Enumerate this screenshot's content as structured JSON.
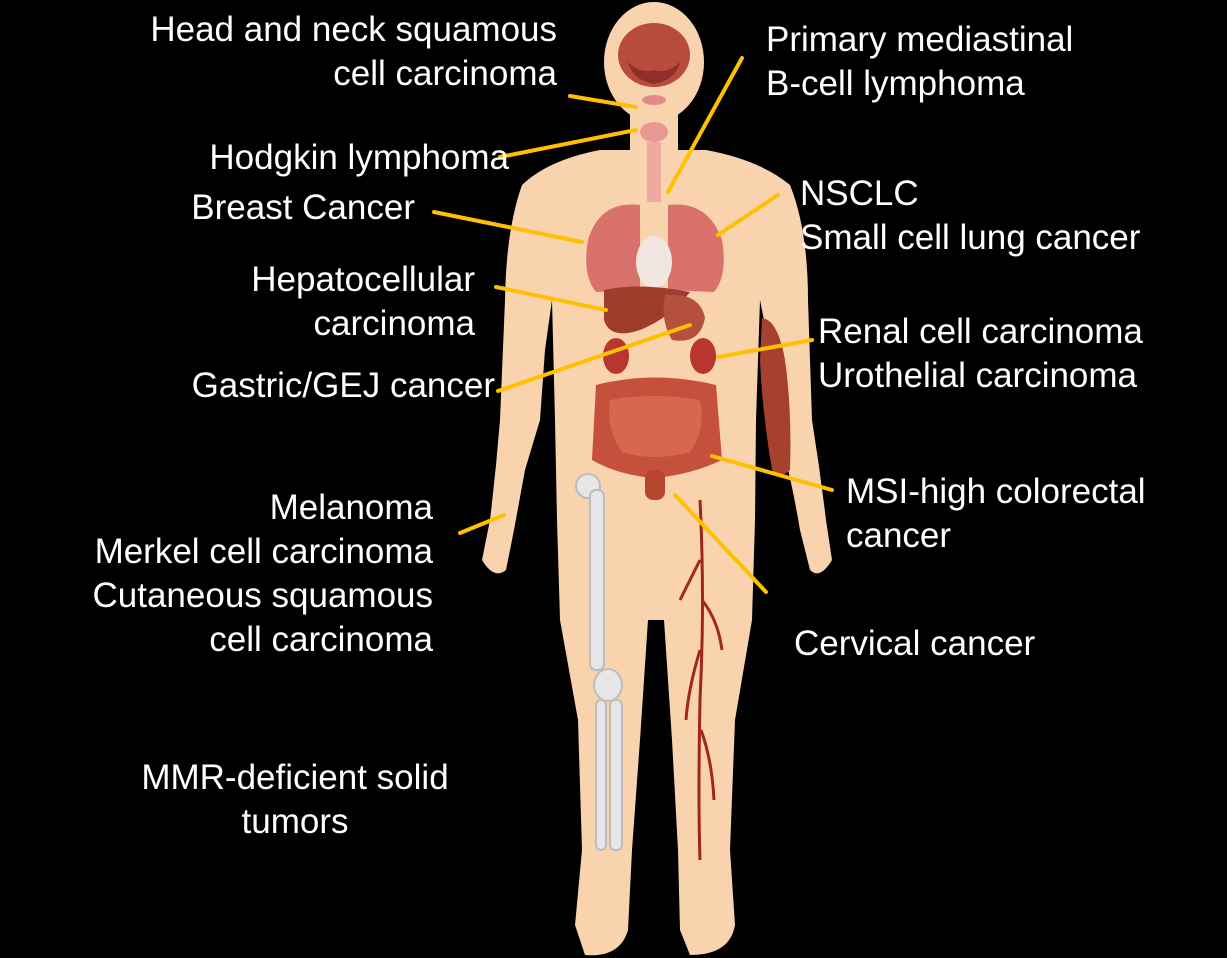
{
  "labels": {
    "head_neck": [
      "Head and neck squamous",
      "cell carcinoma"
    ],
    "pmbcl": [
      "Primary mediastinal",
      "B-cell lymphoma"
    ],
    "hodgkin": [
      "Hodgkin lymphoma"
    ],
    "breast": [
      "Breast Cancer"
    ],
    "lung": [
      "NSCLC",
      "Small cell lung cancer"
    ],
    "hcc": [
      "Hepatocellular",
      "carcinoma"
    ],
    "renal": [
      "Renal cell carcinoma",
      "Urothelial carcinoma"
    ],
    "gastric": [
      "Gastric/GEJ cancer"
    ],
    "skin": [
      "Melanoma",
      "Merkel cell carcinoma",
      "Cutaneous squamous",
      "cell carcinoma"
    ],
    "msi": [
      "MSI-high colorectal",
      "cancer"
    ],
    "cervical": [
      "Cervical cancer"
    ],
    "mmr": [
      "MMR-deficient solid",
      "tumors"
    ]
  },
  "colors": {
    "background": "#000000",
    "leader": "#FFC000",
    "skin": "#F8D3AE",
    "organ": "#C9514B",
    "text": "#FFFFFF"
  }
}
